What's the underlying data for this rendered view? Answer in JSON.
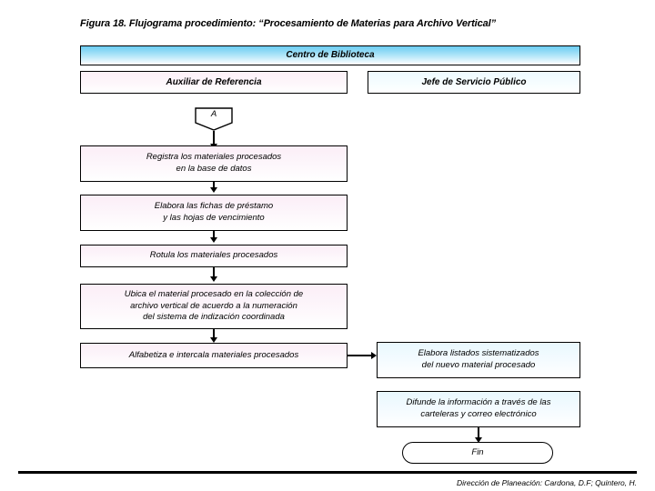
{
  "figure": {
    "title": "Figura 18. Flujograma procedimiento: “Procesamiento de Materias para Archivo Vertical”"
  },
  "header": {
    "organization": "Centro de Biblioteca",
    "lanes": [
      {
        "label": "Auxiliar de Referencia"
      },
      {
        "label": "Jefe de Servicio Público"
      }
    ]
  },
  "flow": {
    "connector_in": {
      "label": "A",
      "shape": "off-page-connector"
    },
    "left_lane_steps": [
      {
        "label": "Registra los materiales procesados\nen la base de datos",
        "shape": "process"
      },
      {
        "label": "Elabora las fichas de préstamo\ny las hojas de vencimiento",
        "shape": "process"
      },
      {
        "label": "Rotula los materiales procesados",
        "shape": "process"
      },
      {
        "label": "Ubica el material procesado en la colección de\narchivo vertical de acuerdo a la numeración\ndel sistema de indización coordinada",
        "shape": "process"
      },
      {
        "label": "Alfabetiza e intercala materiales procesados",
        "shape": "process"
      }
    ],
    "right_lane_steps": [
      {
        "label": "Elabora listados sistematizados\ndel nuevo material procesado",
        "shape": "process"
      },
      {
        "label": "Difunde la información a través de las\ncarteleras y correo electrónico",
        "shape": "process"
      }
    ],
    "terminal": {
      "label": "Fin",
      "shape": "terminator"
    }
  },
  "footer": {
    "credit": "Dirección de Planeación: Cardona, D.F; Quintero, H."
  },
  "colors": {
    "band_accent": "#6ccdf2",
    "lane_left_fill": "#fdf0f8",
    "lane_right_fill": "#eefaff",
    "process_pink": "#fbeef7",
    "process_cyan": "#e9f8fe",
    "line": "#000000"
  }
}
